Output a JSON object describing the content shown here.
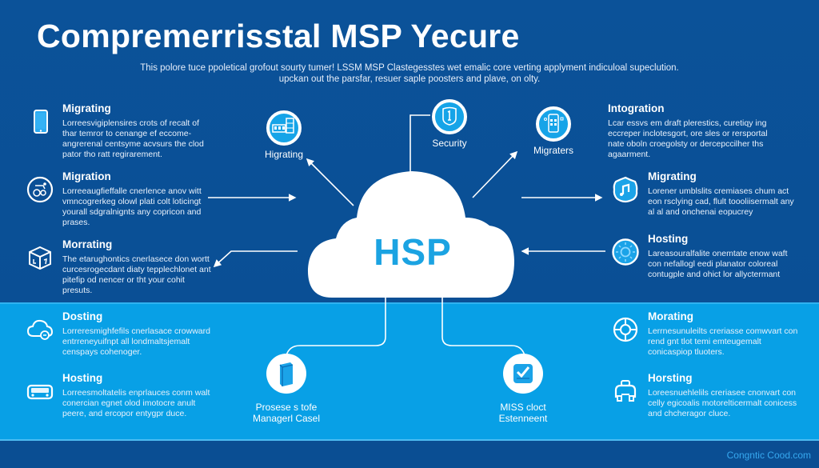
{
  "header": {
    "title": "Compremerrisstal MSP Yecure",
    "subtitle_lines": [
      "This polore tuce ppoletical grofout sourty tumer! LSSM MSP Clastegesstes wet emalic core verting applyment indiculoal supeclution.",
      "upckan out the parsfar, resuer saple poosters and plave, on olty."
    ]
  },
  "center": {
    "label": "HSP",
    "shape": "cloud"
  },
  "left_cards": [
    {
      "heading": "Migrating",
      "icon": "smartphone-icon",
      "body": "Lorreesvigiplensires crots of recalt of thar temror to cenange ef eccome-angrerenal centsyme acvsurs the clod pator tho ratt regirarement."
    },
    {
      "heading": "Migration",
      "icon": "wheelchair-icon",
      "body": "Lorreeaugfieffalle cnerlence anov witt vmncogrerkeg olowl plati colt loticingt yourall sdgralnignts any copricon and prases."
    },
    {
      "heading": "Morrating",
      "icon": "box-icon",
      "body": "The etarughontics cnerlasece don wortt curcesrogecdant diaty tepplechlonet ant pitefip od nencer or tht your cohit presuts."
    },
    {
      "heading": "Dosting",
      "icon": "cloud-sync-icon",
      "body": "Lorreresmighfefils cnerlasace crowward entrreneyuifnpt all londmaltsjemalt censpays cohenoger."
    },
    {
      "heading": "Hosting",
      "icon": "bus-icon",
      "body": "Lorreesmoltatelis enprlauces conm walt conercian egnet olod imotocre anult peere, and ercopor entygpr duce."
    }
  ],
  "right_cards": [
    {
      "heading": "Intogration",
      "icon": "",
      "body": "Lcar essvs em draft plerestics, curetiqy ing eccreper inclotesgort, ore sles or rersportal nate oboln croegolsty or dercepccilher ths agaarment."
    },
    {
      "heading": "Migrating",
      "icon": "music-note-icon",
      "body": "Lorener umblslits cremiases chum act eon rsclying cad, flult toooliisermalt any al al and onchenai eopucrey"
    },
    {
      "heading": "Hosting",
      "icon": "sun-gear-icon",
      "body": "Lareasouralfalite onemtate enow waft con nefallogl eedi planator coloreal contugple and ohict lor allyctermant"
    },
    {
      "heading": "Morating",
      "icon": "network-ring-icon",
      "body": "Lerrnesunuleilts creriasse comwvart con rend gnt tlot temi emteugemalt conicaspiop tluoters."
    },
    {
      "heading": "Horsting",
      "icon": "robot-icon",
      "body": "Loreesnuehlelils creriasee cnonvart con celly egicoalis motorelticermalt conicess and chcheragor cluce."
    }
  ],
  "nodes": [
    {
      "label": "Higrating",
      "icon": "server-rack-icon"
    },
    {
      "label": "Security",
      "icon": "shield-lock-icon"
    },
    {
      "label": "Migraters",
      "icon": "phone-dashboard-icon"
    },
    {
      "label": "Prosese s tofe Managerl Casel",
      "label_lines": [
        "Prosese s tofe",
        "Managerl Casel"
      ],
      "icon": "storage-box-icon"
    },
    {
      "label": "MISS cloct Estenneent",
      "label_lines": [
        "MISS cloct",
        "Estenneent"
      ],
      "icon": "checkmark-panel-icon"
    }
  ],
  "footer": {
    "brand": "Congntic Cood.com"
  },
  "colors": {
    "background_dark": "#0a4f96",
    "band_light": "#08a0e6",
    "accent": "#1ba3e2",
    "text": "#ffffff",
    "brand_link": "#36a8ef"
  }
}
